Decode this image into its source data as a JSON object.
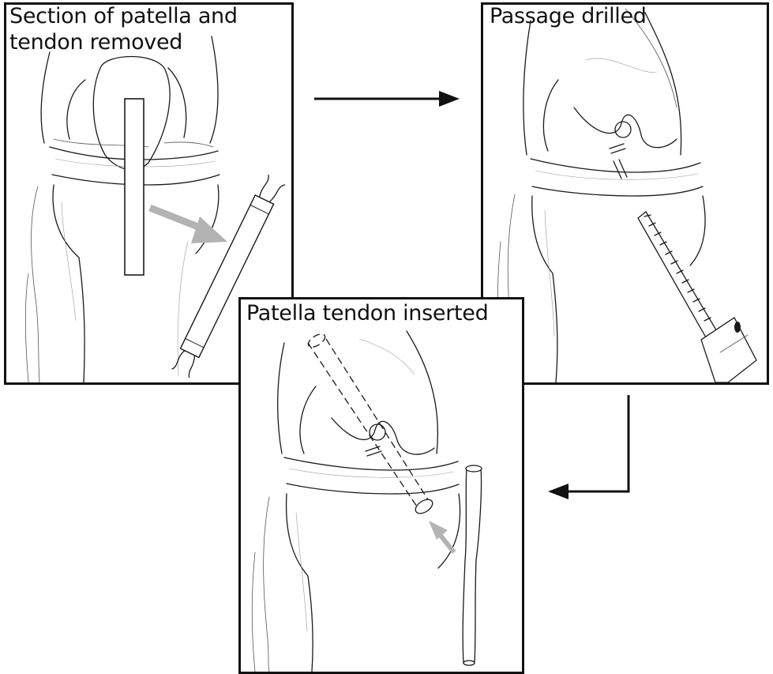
{
  "panels": [
    {
      "caption": "Section of patella and\ntendon removed"
    },
    {
      "caption": "Passage drilled"
    },
    {
      "caption": "Patella tendon inserted"
    }
  ],
  "colors": {
    "border": "#111111",
    "line": "#1a1a1a",
    "pointer": "#b3b3b3",
    "background": "#ffffff"
  },
  "icons": [
    "knee-joint-illustration",
    "tendon-graft-strip-icon",
    "drill-bit-icon",
    "right-arrow-icon",
    "down-left-arrow-icon"
  ]
}
